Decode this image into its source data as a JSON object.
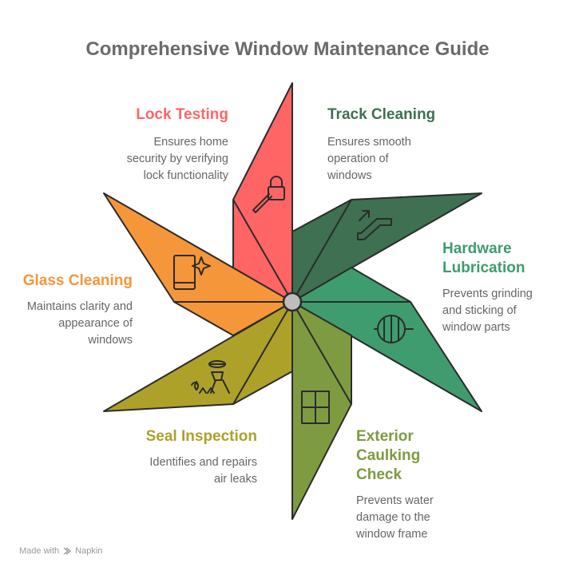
{
  "title": "Comprehensive Window Maintenance Guide",
  "colors": {
    "lock": "#FF6565",
    "track": "#3E7051",
    "hardware": "#3F9C6E",
    "caulking": "#7E9B42",
    "seal": "#ADA12A",
    "glass": "#F6963A",
    "outline": "#2b2b2b",
    "center": "#bdbdbd"
  },
  "items": [
    {
      "key": "lock",
      "title": "Lock Testing",
      "desc": [
        "Ensures home",
        "security by verifying",
        "lock functionality"
      ],
      "icon": "lock-icon"
    },
    {
      "key": "track",
      "title": "Track Cleaning",
      "desc": [
        "Ensures smooth",
        "operation of",
        "windows"
      ],
      "icon": "escalator-icon"
    },
    {
      "key": "hardware",
      "title": [
        "Hardware",
        "Lubrication"
      ],
      "desc": [
        "Prevents grinding",
        "and sticking of",
        "window parts"
      ],
      "icon": "wheel-icon"
    },
    {
      "key": "caulking",
      "title": [
        "Exterior",
        "Caulking",
        "Check"
      ],
      "desc": [
        "Prevents water",
        "damage to the",
        "window frame"
      ],
      "icon": "window-frame-icon"
    },
    {
      "key": "seal",
      "title": "Seal Inspection",
      "desc": [
        "Identifies and repairs",
        "air leaks"
      ],
      "icon": "gardener-icon"
    },
    {
      "key": "glass",
      "title": "Glass Cleaning",
      "desc": [
        "Maintains clarity and",
        "appearance of",
        "windows"
      ],
      "icon": "sparkle-frame-icon"
    }
  ],
  "footer": {
    "made_with": "Made with",
    "brand": "Napkin"
  }
}
